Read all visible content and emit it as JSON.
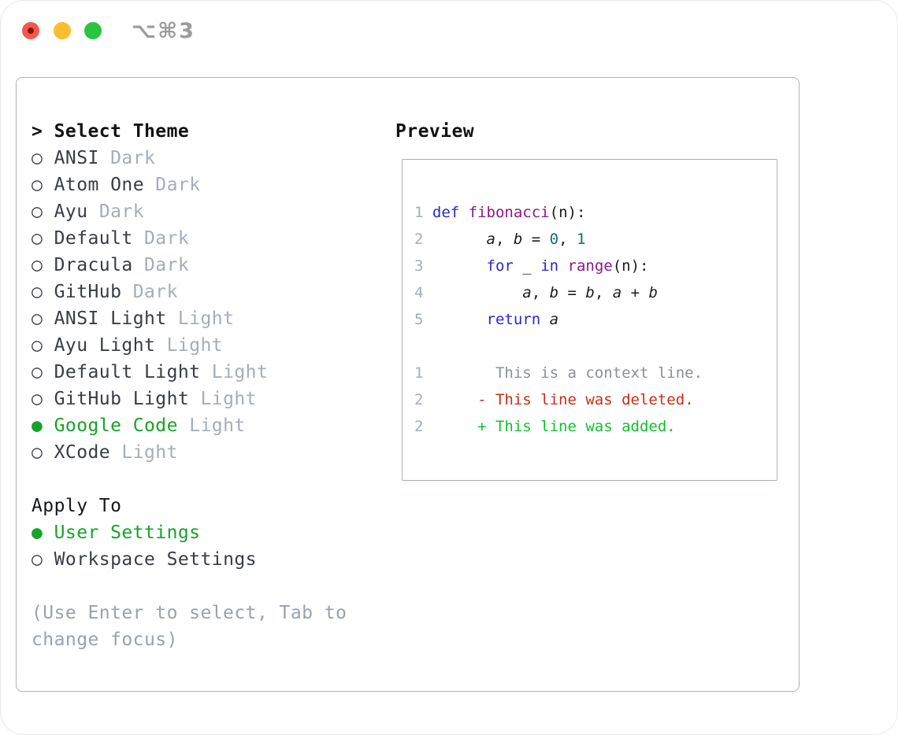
{
  "window": {
    "title": "⌥⌘3",
    "traffic_lights": [
      "close",
      "minimize",
      "zoom"
    ]
  },
  "picker": {
    "header_prefix": ">",
    "header": "Select Theme",
    "marker_selected": "●",
    "marker_unselected": "○",
    "items": [
      {
        "name": "ANSI",
        "variant": "Dark",
        "selected": false
      },
      {
        "name": "Atom One",
        "variant": "Dark",
        "selected": false
      },
      {
        "name": "Ayu",
        "variant": "Dark",
        "selected": false
      },
      {
        "name": "Default",
        "variant": "Dark",
        "selected": false
      },
      {
        "name": "Dracula",
        "variant": "Dark",
        "selected": false
      },
      {
        "name": "GitHub",
        "variant": "Dark",
        "selected": false
      },
      {
        "name": "ANSI Light",
        "variant": "Light",
        "selected": false
      },
      {
        "name": "Ayu Light",
        "variant": "Light",
        "selected": false
      },
      {
        "name": "Default Light",
        "variant": "Light",
        "selected": false
      },
      {
        "name": "GitHub Light",
        "variant": "Light",
        "selected": false
      },
      {
        "name": "Google Code",
        "variant": "Light",
        "selected": true
      },
      {
        "name": "XCode",
        "variant": "Light",
        "selected": false
      }
    ],
    "apply_to": {
      "header": "Apply To",
      "options": [
        {
          "label": "User Settings",
          "selected": true
        },
        {
          "label": "Workspace Settings",
          "selected": false
        }
      ]
    },
    "hint_line1": "(Use Enter to select, Tab to",
    "hint_line2": "change focus)"
  },
  "preview": {
    "title": "Preview",
    "lines": [
      [
        [
          "ln",
          "1"
        ],
        [
          "pl",
          " "
        ],
        [
          "kw",
          "def "
        ],
        [
          "fn",
          "fibonacci"
        ],
        [
          "pl",
          "(n):"
        ]
      ],
      [
        [
          "ln",
          "2"
        ],
        [
          "pl",
          "       "
        ],
        [
          "var",
          "a"
        ],
        [
          "pl",
          ", "
        ],
        [
          "var",
          "b"
        ],
        [
          "pl",
          " = "
        ],
        [
          "lit",
          "0"
        ],
        [
          "pl",
          ", "
        ],
        [
          "lit",
          "1"
        ]
      ],
      [
        [
          "ln",
          "3"
        ],
        [
          "pl",
          "       "
        ],
        [
          "kw",
          "for"
        ],
        [
          "pl",
          " _ "
        ],
        [
          "kw",
          "in"
        ],
        [
          "pl",
          " "
        ],
        [
          "fn",
          "range"
        ],
        [
          "pl",
          "(n):"
        ]
      ],
      [
        [
          "ln",
          "4"
        ],
        [
          "pl",
          "           "
        ],
        [
          "var",
          "a"
        ],
        [
          "pl",
          ", "
        ],
        [
          "var",
          "b"
        ],
        [
          "pl",
          " = "
        ],
        [
          "var",
          "b"
        ],
        [
          "pl",
          ", "
        ],
        [
          "var",
          "a"
        ],
        [
          "pl",
          " + "
        ],
        [
          "var",
          "b"
        ]
      ],
      [
        [
          "ln",
          "5"
        ],
        [
          "pl",
          "       "
        ],
        [
          "kw",
          "return"
        ],
        [
          "pl",
          " "
        ],
        [
          "var",
          "a"
        ]
      ],
      [],
      [
        [
          "ln",
          "1"
        ],
        [
          "ctx",
          "        This is a context line."
        ]
      ],
      [
        [
          "ln",
          "2"
        ],
        [
          "pl",
          "      "
        ],
        [
          "del",
          "- This line was deleted."
        ]
      ],
      [
        [
          "ln",
          "2"
        ],
        [
          "pl",
          "      "
        ],
        [
          "add",
          "+ This line was added."
        ]
      ]
    ]
  },
  "colors": {
    "accent_selected_green": "#16a328",
    "diff_added_green": "#0fc12b",
    "diff_deleted_red": "#cb2d15",
    "diff_context_gray": "#8b909a",
    "keyword_blue": "#2929cc",
    "function_purple": "#8b188b",
    "literal_teal": "#0f6f6f",
    "line_number_gray": "#a3adbb",
    "secondary_text_gray": "#a5adbb",
    "traffic_red": "#f5574e",
    "traffic_yellow": "#fcbd2f",
    "traffic_green": "#29c53e"
  }
}
